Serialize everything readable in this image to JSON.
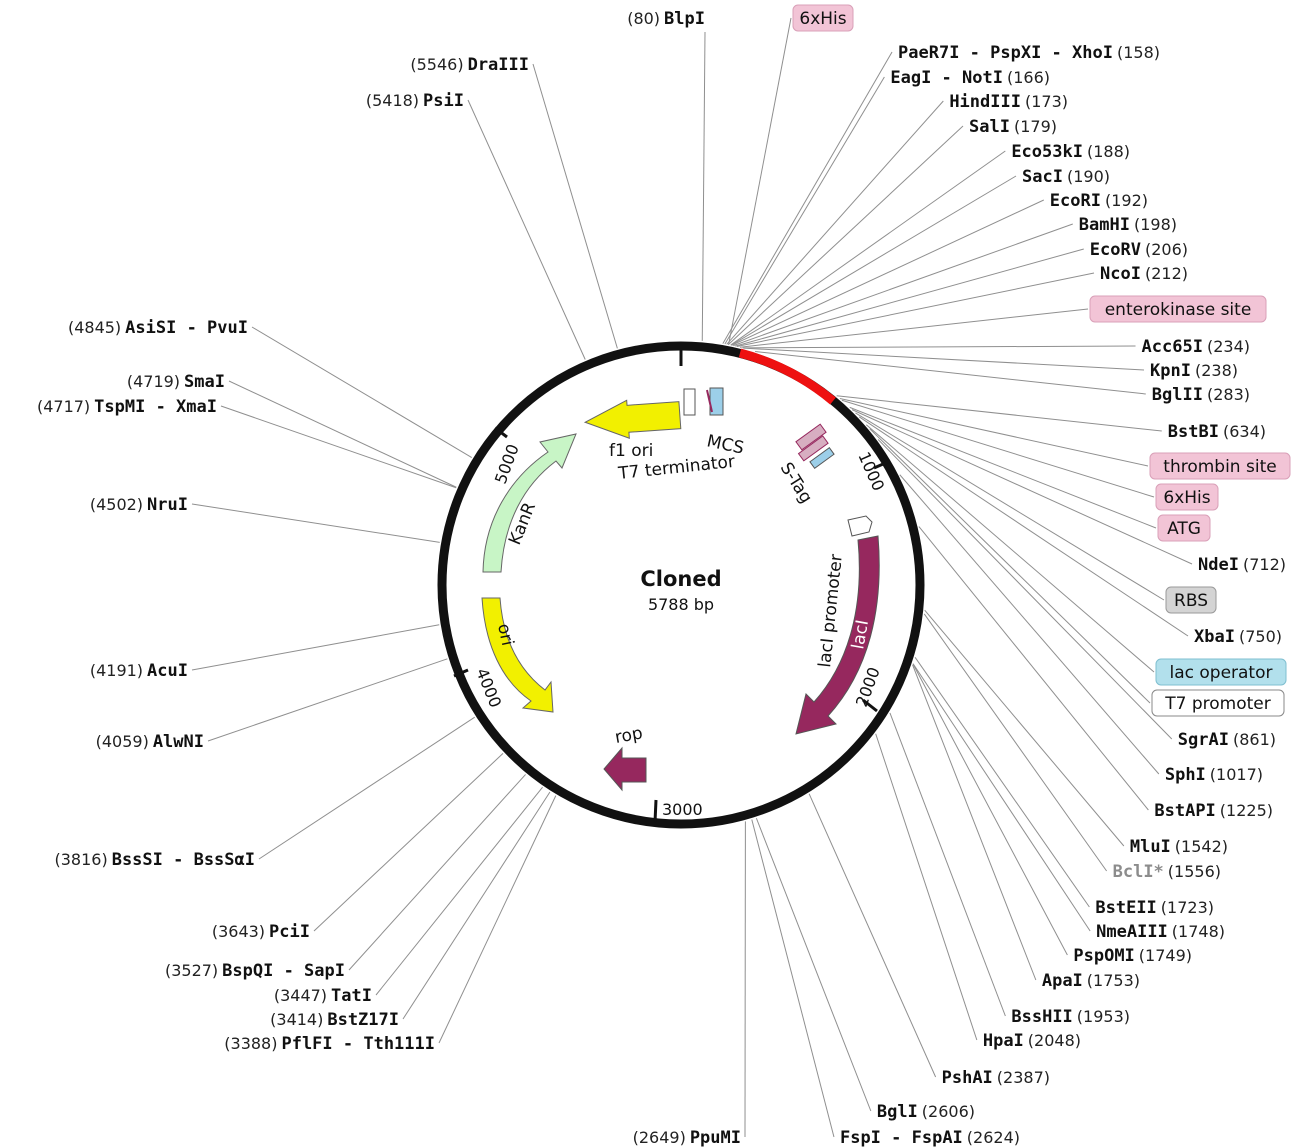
{
  "plasmid": {
    "name": "Cloned",
    "size_label": "5788 bp",
    "length": 5788
  },
  "colors": {
    "backbone": "#111111",
    "mcs_arc": "#ee1111",
    "yellow": "#f2f000",
    "green": "#c8f5c6",
    "maroon": "#96285e",
    "pink_box": "#f2c4d6",
    "gray_box": "#d4d4d4",
    "blue_box": "#b2e0ec",
    "white_box": "#ffffff",
    "blue_feature": "#9ccfe9"
  },
  "ticks": [
    "1000",
    "2000",
    "3000",
    "4000",
    "5000"
  ],
  "features": [
    {
      "id": "kanr",
      "label": "KanR"
    },
    {
      "id": "ori",
      "label": "ori"
    },
    {
      "id": "laci",
      "label": "lacI"
    },
    {
      "id": "laci-promoter",
      "label": "lacI promoter"
    },
    {
      "id": "rop",
      "label": "rop"
    },
    {
      "id": "f1-ori",
      "label": "f1 ori"
    },
    {
      "id": "t7-terminator",
      "label": "T7 terminator"
    },
    {
      "id": "mcs",
      "label": "MCS"
    },
    {
      "id": "s-tag",
      "label": "S-Tag"
    }
  ],
  "boxed_labels": [
    {
      "text": "6xHis",
      "style": "pink"
    },
    {
      "text": "enterokinase site",
      "style": "pink"
    },
    {
      "text": "thrombin site",
      "style": "pink"
    },
    {
      "text": "6xHis",
      "style": "pink"
    },
    {
      "text": "ATG",
      "style": "pink"
    },
    {
      "text": "RBS",
      "style": "gray"
    },
    {
      "text": "lac operator",
      "style": "blue"
    },
    {
      "text": "T7 promoter",
      "style": "white"
    }
  ],
  "sites": [
    {
      "name": "BlpI",
      "pos": "(80)"
    },
    {
      "name": "PaeR7I - PspXI - XhoI",
      "pos": "(158)"
    },
    {
      "name": "EagI - NotI",
      "pos": "(166)"
    },
    {
      "name": "HindIII",
      "pos": "(173)"
    },
    {
      "name": "SalI",
      "pos": "(179)"
    },
    {
      "name": "Eco53kI",
      "pos": "(188)"
    },
    {
      "name": "SacI",
      "pos": "(190)"
    },
    {
      "name": "EcoRI",
      "pos": "(192)"
    },
    {
      "name": "BamHI",
      "pos": "(198)"
    },
    {
      "name": "EcoRV",
      "pos": "(206)"
    },
    {
      "name": "NcoI",
      "pos": "(212)"
    },
    {
      "name": "Acc65I",
      "pos": "(234)"
    },
    {
      "name": "KpnI",
      "pos": "(238)"
    },
    {
      "name": "BglII",
      "pos": "(283)"
    },
    {
      "name": "BstBI",
      "pos": "(634)"
    },
    {
      "name": "NdeI",
      "pos": "(712)"
    },
    {
      "name": "XbaI",
      "pos": "(750)"
    },
    {
      "name": "SgrAI",
      "pos": "(861)"
    },
    {
      "name": "SphI",
      "pos": "(1017)"
    },
    {
      "name": "BstAPI",
      "pos": "(1225)"
    },
    {
      "name": "MluI",
      "pos": "(1542)"
    },
    {
      "name": "BclI*",
      "pos": "(1556)"
    },
    {
      "name": "BstEII",
      "pos": "(1723)"
    },
    {
      "name": "NmeAIII",
      "pos": "(1748)"
    },
    {
      "name": "PspOMI",
      "pos": "(1749)"
    },
    {
      "name": "ApaI",
      "pos": "(1753)"
    },
    {
      "name": "BssHII",
      "pos": "(1953)"
    },
    {
      "name": "HpaI",
      "pos": "(2048)"
    },
    {
      "name": "PshAI",
      "pos": "(2387)"
    },
    {
      "name": "BglI",
      "pos": "(2606)"
    },
    {
      "name": "FspI - FspAI",
      "pos": "(2624)"
    },
    {
      "name": "PpuMI",
      "pos": "(2649)"
    },
    {
      "name": "PflFI - Tth111I",
      "pos": "(3388)"
    },
    {
      "name": "BstZ17I",
      "pos": "(3414)"
    },
    {
      "name": "TatI",
      "pos": "(3447)"
    },
    {
      "name": "BspQI - SapI",
      "pos": "(3527)"
    },
    {
      "name": "PciI",
      "pos": "(3643)"
    },
    {
      "name": "BssSI - BssSαI",
      "pos": "(3816)"
    },
    {
      "name": "AlwNI",
      "pos": "(4059)"
    },
    {
      "name": "AcuI",
      "pos": "(4191)"
    },
    {
      "name": "NruI",
      "pos": "(4502)"
    },
    {
      "name": "TspMI - XmaI",
      "pos": "(4717)"
    },
    {
      "name": "SmaI",
      "pos": "(4719)"
    },
    {
      "name": "AsiSI - PvuI",
      "pos": "(4845)"
    },
    {
      "name": "PsiI",
      "pos": "(5418)"
    },
    {
      "name": "DraIII",
      "pos": "(5546)"
    }
  ]
}
